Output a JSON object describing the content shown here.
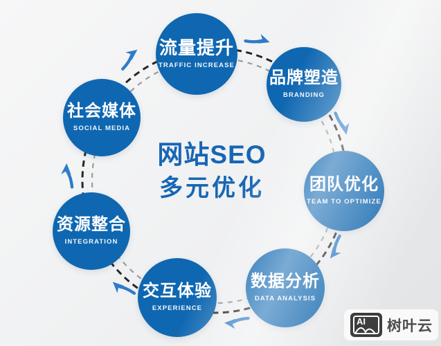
{
  "title": {
    "line1": "网站SEO",
    "line2": "多元优化"
  },
  "nodes": [
    {
      "id": "traffic",
      "zh": "流量提升",
      "en": "TRAFFIC INCREASE"
    },
    {
      "id": "branding",
      "zh": "品牌塑造",
      "en": "BRANDING"
    },
    {
      "id": "team",
      "zh": "团队优化",
      "en": "TEAM TO OPTIMIZE"
    },
    {
      "id": "data",
      "zh": "数据分析",
      "en": "DATA ANALYSIS"
    },
    {
      "id": "experience",
      "zh": "交互体验",
      "en": "EXPERIENCE"
    },
    {
      "id": "integration",
      "zh": "资源整合",
      "en": "INTEGRATION"
    },
    {
      "id": "social",
      "zh": "社会媒体",
      "en": "SOCIAL MEDIA"
    }
  ],
  "flow_order": [
    "social",
    "traffic",
    "branding",
    "team",
    "data",
    "experience",
    "integration"
  ],
  "watermark": {
    "logo_text": "AI",
    "brand": "树叶云"
  },
  "colors": {
    "circle": "#0f67b1",
    "title": "#1766b4",
    "dash-dark": "#262626",
    "dash-light": "#9b9b9b",
    "arrow": "#2e7cc9",
    "watermark-dark": "#3d3d3d",
    "brand": "#4c4c4c"
  }
}
